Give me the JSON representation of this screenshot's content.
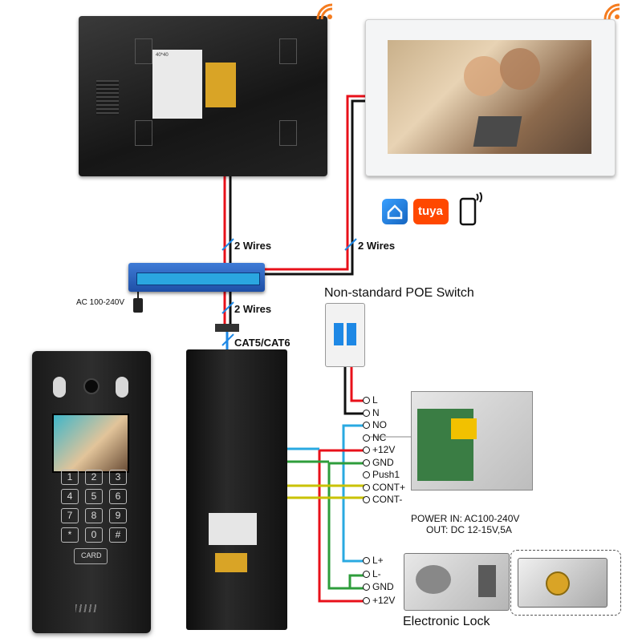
{
  "labels": {
    "two_wires_1": "2 Wires",
    "two_wires_2": "2 Wires",
    "two_wires_3": "2 Wires",
    "ac_input": "AC 100-240V",
    "cat": "CAT5/CAT6",
    "poe_switch": "Non-standard POE Switch",
    "back_sticker": "40*40"
  },
  "terminals": [
    "L",
    "N",
    "NO",
    "NC",
    "+12V",
    "GND",
    "Push1",
    "CONT+",
    "CONT-"
  ],
  "lock_terminals": [
    "L+",
    "L-",
    "GND",
    "+12V"
  ],
  "power": {
    "line1": "POWER  IN: AC100-240V",
    "line2": "OUT: DC 12-15V,5A"
  },
  "lock_title": "Electronic Lock",
  "app_icons": {
    "home": "home-icon",
    "tuya_text": "tuya",
    "phone": "smartphone-icon"
  },
  "keypad": [
    "1",
    "2",
    "3",
    "4",
    "5",
    "6",
    "7",
    "8",
    "9",
    "*",
    "0",
    "#"
  ],
  "card_label": "CARD",
  "colors": {
    "red_wire": "#e8101a",
    "black_wire": "#111111",
    "blue_wire": "#1e88e5",
    "lightblue_wire": "#29a9e1",
    "green_wire": "#2e9d3b",
    "yellow_wire": "#c9c200",
    "wifi": "#f57c1f",
    "tuya": "#ff4800"
  }
}
